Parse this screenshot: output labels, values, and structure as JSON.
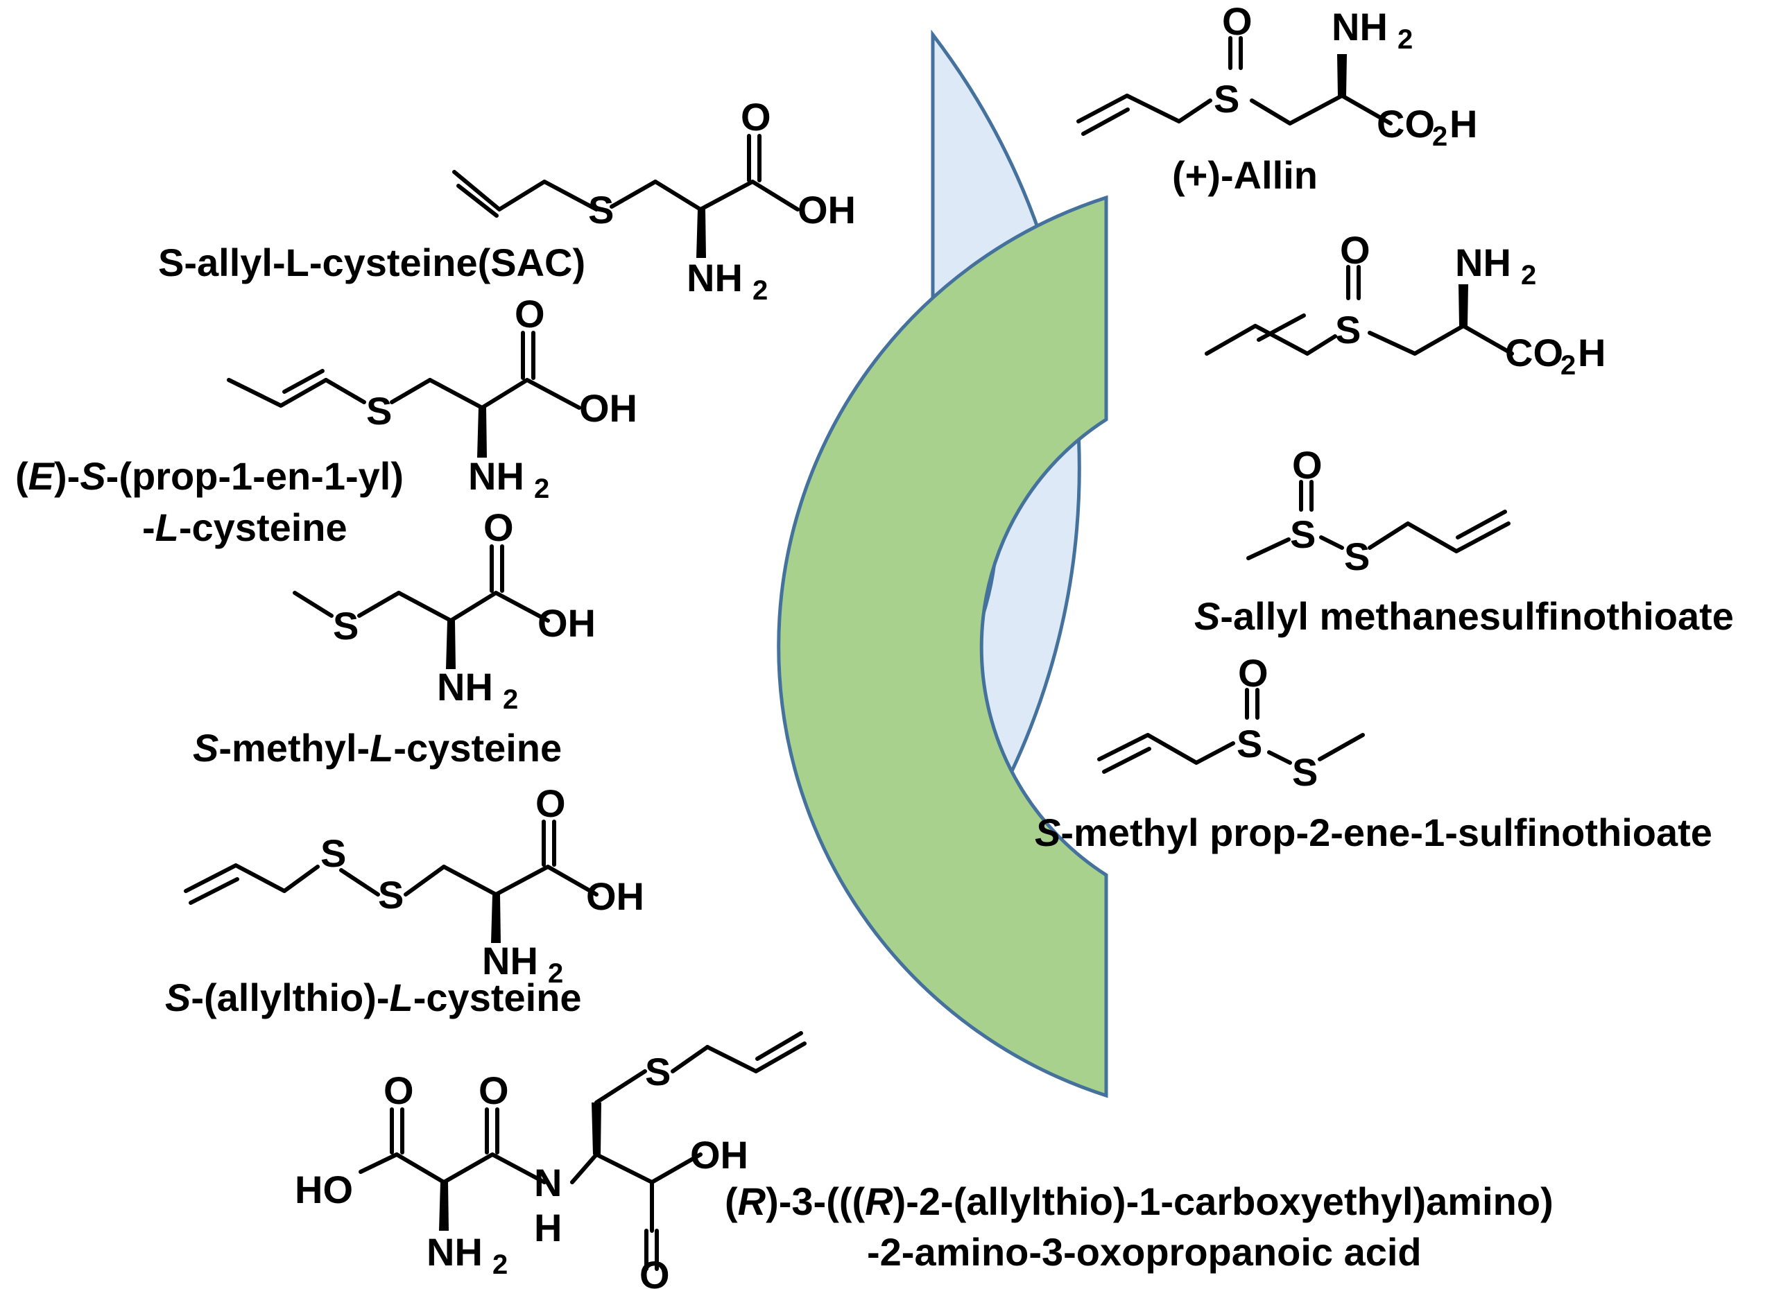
{
  "colors": {
    "outer_ring_fill": "#dde9f6",
    "outer_ring_stroke": "#44729d",
    "inner_ring_fill": "#a9d18e",
    "inner_ring_stroke": "#44729d",
    "text": "#000000"
  },
  "atoms": {
    "O": "O",
    "OH": "OH",
    "HO": "HO",
    "S": "S",
    "N": "N",
    "H": "H",
    "NH": "NH",
    "CO": "CO",
    "two": "2"
  },
  "compounds_left": [
    {
      "name": "S-allyl-L-cysteine(SAC)"
    },
    {
      "name_line1_a": "(",
      "name_line1_b": "E",
      "name_line1_c": ")-",
      "name_line1_d": "S",
      "name_line1_e": "-(prop-1-en-1-yl)",
      "name_line2_a": "-",
      "name_line2_b": "L",
      "name_line2_c": "-cysteine"
    },
    {
      "name_a": "S",
      "name_b": "-methyl-",
      "name_c": "L",
      "name_d": "-cysteine"
    },
    {
      "name_a": "S",
      "name_b": "-(allylthio)-",
      "name_c": "L",
      "name_d": "-cysteine"
    },
    {
      "name_line1_a": "(",
      "name_line1_b": "R",
      "name_line1_c": ")-3-(((",
      "name_line1_d": "R",
      "name_line1_e": ")-2-(allylthio)-1-carboxyethyl)amino)",
      "name_line2": "-2-amino-3-oxopropanoic acid"
    }
  ],
  "compounds_right": [
    {
      "name": "(+)-Allin"
    },
    {
      "name": ""
    },
    {
      "name_a": "S",
      "name_b": "-allyl methanesulfinothioate"
    },
    {
      "name_a": "S",
      "name_b": "-methyl prop-2-ene-1-sulfinothioate"
    }
  ]
}
